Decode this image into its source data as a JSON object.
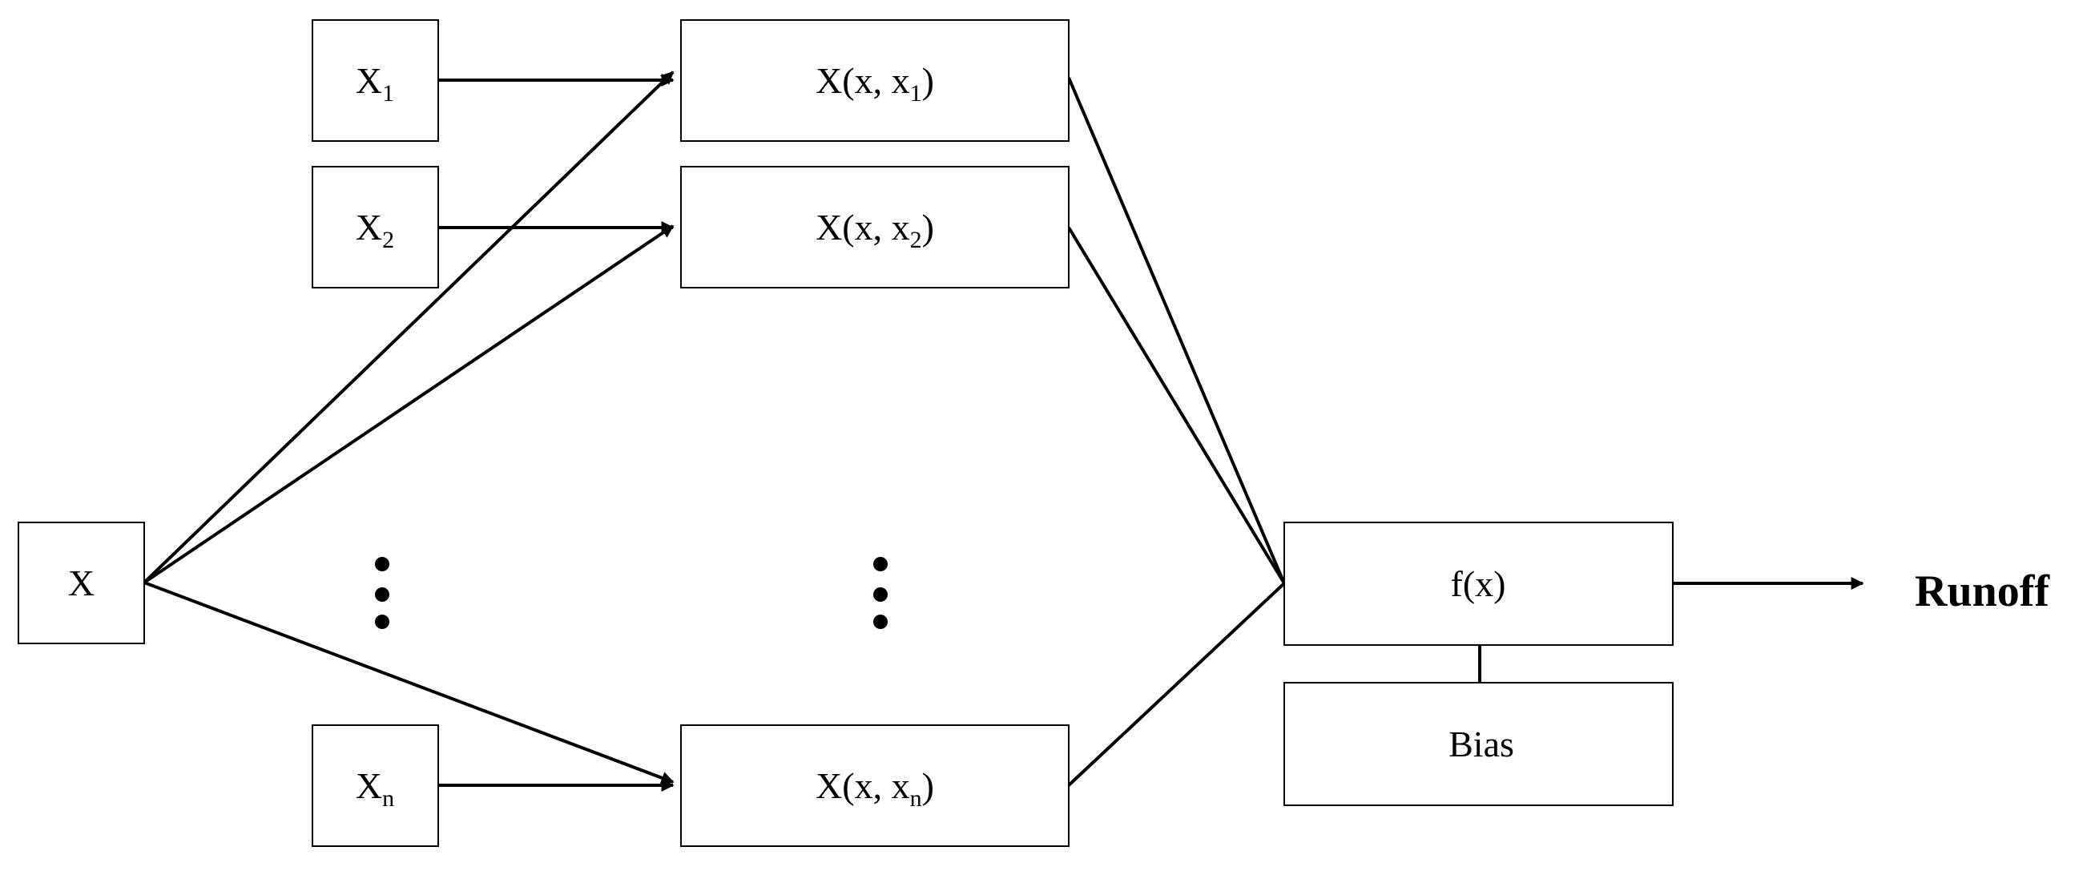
{
  "diagram": {
    "nodes": {
      "input": {
        "label": "X"
      },
      "x1": {
        "base": "X",
        "sub": "1"
      },
      "x2": {
        "base": "X",
        "sub": "2"
      },
      "xn": {
        "base": "X",
        "sub": "n"
      },
      "k1": {
        "prefix": "X(x, x",
        "sub": "1",
        "suffix": ")"
      },
      "k2": {
        "prefix": "X(x, x",
        "sub": "2",
        "suffix": ")"
      },
      "kn": {
        "prefix": "X(x, x",
        "sub": "n",
        "suffix": ")"
      },
      "fx": {
        "label": "f(x)"
      },
      "bias": {
        "label": "Bias"
      }
    },
    "output": {
      "label": "Runoff"
    }
  }
}
